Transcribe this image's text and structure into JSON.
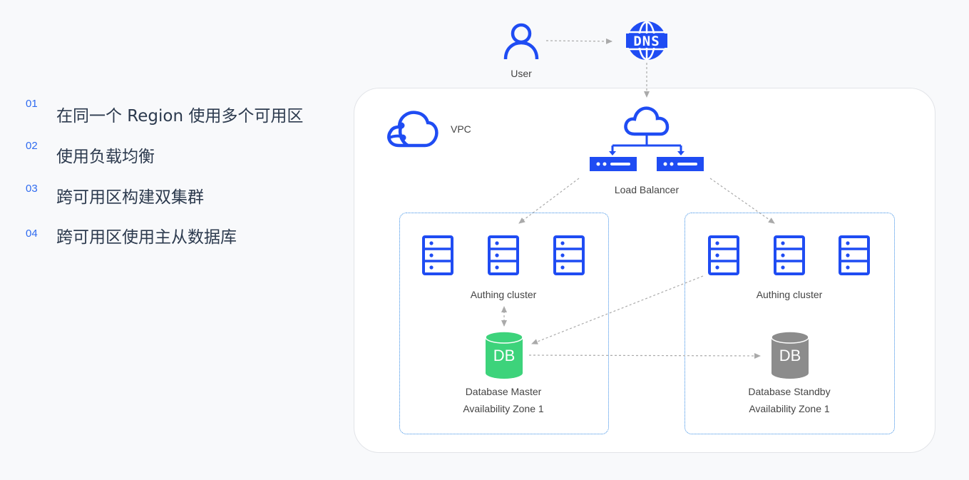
{
  "points": [
    {
      "num": "01",
      "text": "在同一个 Region 使用多个可用区"
    },
    {
      "num": "02",
      "text": "使用负载均衡"
    },
    {
      "num": "03",
      "text": "跨可用区构建双集群"
    },
    {
      "num": "04",
      "text": "跨可用区使用主从数据库"
    }
  ],
  "diagram": {
    "user_label": "User",
    "dns_label": "DNS",
    "vpc_label": "VPC",
    "lb_label": "Load Balancer",
    "zones": [
      {
        "cluster_label": "Authing cluster",
        "db_text": "DB",
        "db_label": "Database Master",
        "az_label": "Availability Zone 1",
        "db_color": "#3dd37b"
      },
      {
        "cluster_label": "Authing cluster",
        "db_text": "DB",
        "db_label": "Database Standby",
        "az_label": "Availability Zone 1",
        "db_color": "#8c8c8c"
      }
    ],
    "colors": {
      "accent": "#1f4cf3",
      "arrow": "#aaaaaa",
      "zone_border": "#3a8ee6"
    }
  }
}
